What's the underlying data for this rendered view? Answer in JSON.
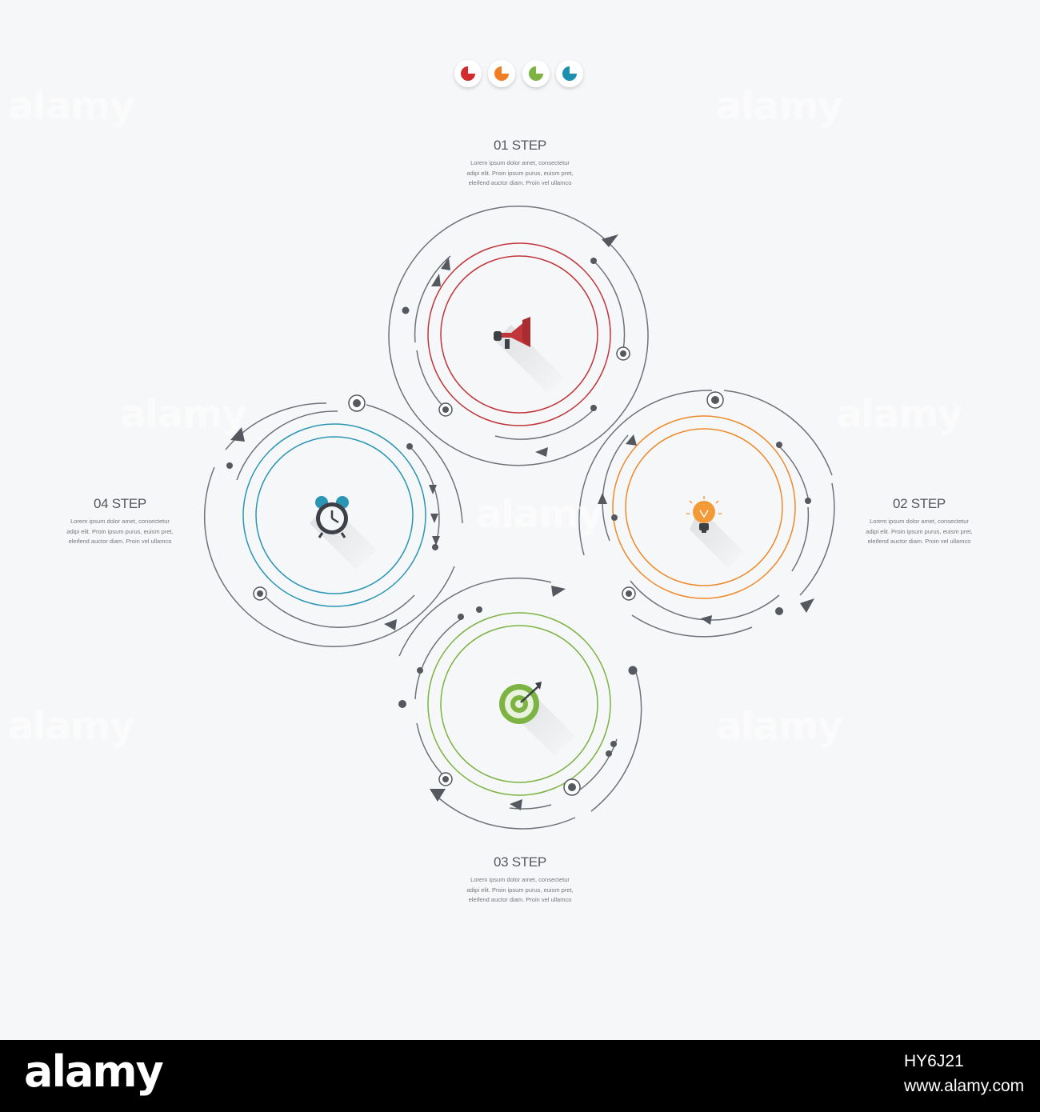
{
  "legend_colors": [
    "#d12a2f",
    "#ef7d22",
    "#7cb342",
    "#1c8fb0"
  ],
  "steps": [
    {
      "title": "01 STEP",
      "lines": [
        "Lorem ipsum dolor amet, consectetur",
        "adipi elit. Proin ipsum purus, euism pret,",
        "eleifend auctor diam. Proin vel ullamco"
      ],
      "color": "#c0363a",
      "icon": "megaphone-icon"
    },
    {
      "title": "02 STEP",
      "lines": [
        "Lorem ipsum dolor amet, consectetur",
        "adipi elit. Proin ipsum purus, euism pret,",
        "eleifend auctor diam. Proin vel ullamco"
      ],
      "color": "#ee8a2a",
      "icon": "lightbulb-icon"
    },
    {
      "title": "03 STEP",
      "lines": [
        "Lorem ipsum dolor amet, consectetur",
        "adipi elit. Proin ipsum purus, euism pret,",
        "eleifend auctor diam. Proin vel ullamco"
      ],
      "color": "#7cb342",
      "icon": "target-icon"
    },
    {
      "title": "04 STEP",
      "lines": [
        "Lorem ipsum dolor amet, consectetur",
        "adipi elit. Proin ipsum purus, euism pret,",
        "eleifend auctor diam. Proin vel ullamco"
      ],
      "color": "#2a96b4",
      "icon": "alarm-clock-icon"
    }
  ],
  "watermark_text": "alamy",
  "footer": {
    "logo": "alamy",
    "image_id": "HY6J21",
    "url": "www.alamy.com"
  }
}
